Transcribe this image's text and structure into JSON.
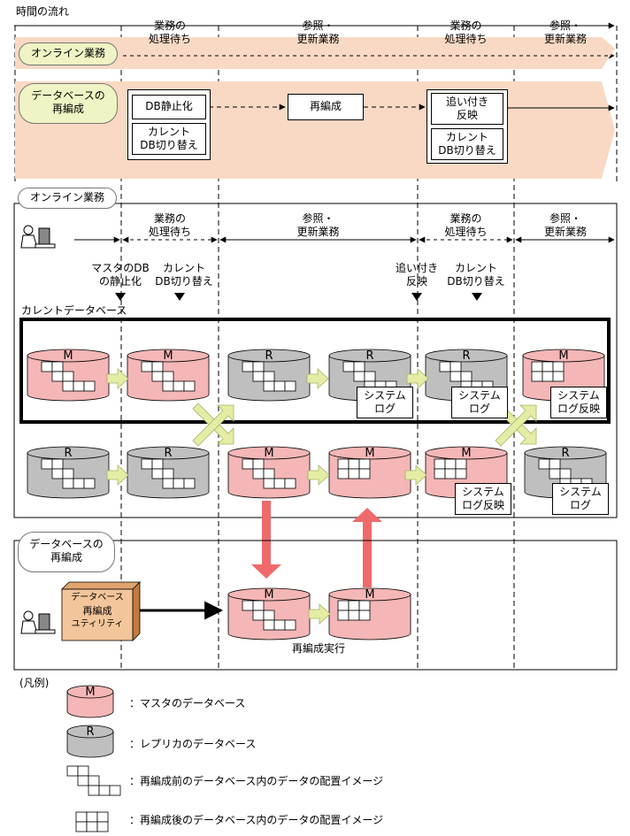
{
  "header": {
    "timeline_title": "時間の流れ"
  },
  "phases": {
    "wait_1": "業務の",
    "wait_2": "処理待ち",
    "ref_1": "参照・",
    "ref_2": "更新業務"
  },
  "top": {
    "online_label": "オンライン業務",
    "reorg_label_1": "データベースの",
    "reorg_label_2": "再編成",
    "steps": {
      "db_quiesce": "DB静止化",
      "current_switch_1": "カレント",
      "current_switch_2": "DB切り替え",
      "reorg": "再編成",
      "catchup_1": "追い付き",
      "catchup_2": "反映"
    }
  },
  "middle": {
    "online_label": "オンライン業務",
    "annotations": {
      "master_quiesce_1": "マスタのDB",
      "master_quiesce_2": "の静止化",
      "current_switch_1": "カレント",
      "current_switch_2": "DB切り替え",
      "catchup_1": "追い付き",
      "catchup_2": "反映",
      "current_switch_b_1": "カレント",
      "current_switch_b_2": "DB切り替え"
    },
    "current_db_label": "カレントデータベース",
    "db_letters": {
      "master": "M",
      "replica": "R"
    },
    "log_labels": {
      "system": "システム",
      "log": "ログ",
      "log_apply": "ログ反映"
    }
  },
  "bottom": {
    "reorg_label_1": "データベースの",
    "reorg_label_2": "再編成",
    "utility_1": "データベース",
    "utility_2": "再編成",
    "utility_3": "ユティリティ",
    "reorg_exec": "再編成実行"
  },
  "legend": {
    "title": "(凡例)",
    "master": "：マスタのデータベース",
    "replica": "：レプリカのデータベース",
    "before": "：再編成前のデータベース内のデータの配置イメージ",
    "after": "：再編成後のデータベース内のデータの配置イメージ"
  },
  "colors": {
    "master_fill": "#f4b6b6",
    "replica_fill": "#bfbfbf",
    "band_fill": "#f9d9c4",
    "pill_fill": "#f0f4c4",
    "transition_arrow": "#e5eda4",
    "reorg_arrow": "#ef6a6a"
  }
}
